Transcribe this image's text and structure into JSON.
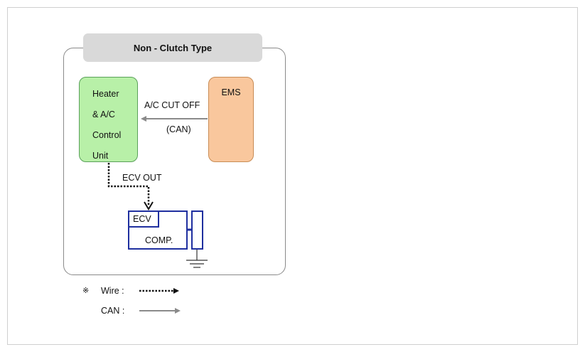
{
  "diagram": {
    "title": "Non - Clutch Type",
    "heater_unit": {
      "lines": [
        "Heater",
        "& A/C",
        "Control",
        "Unit"
      ]
    },
    "ems": {
      "label": "EMS"
    },
    "signal": {
      "line1": "A/C CUT OFF",
      "line2": "(CAN)"
    },
    "ecv_out_label": "ECV OUT",
    "ecv_label": "ECV",
    "comp_label": "COMP."
  },
  "legend": {
    "marker": "※",
    "wire_label": "Wire :",
    "can_label": "CAN :"
  },
  "colors": {
    "heater_fill": "#b8f0a8",
    "ems_fill": "#f9c79d",
    "title_fill": "#d9d9d9",
    "compressor_stroke": "#1f2f9f",
    "can_arrow": "#8a8a8a"
  }
}
